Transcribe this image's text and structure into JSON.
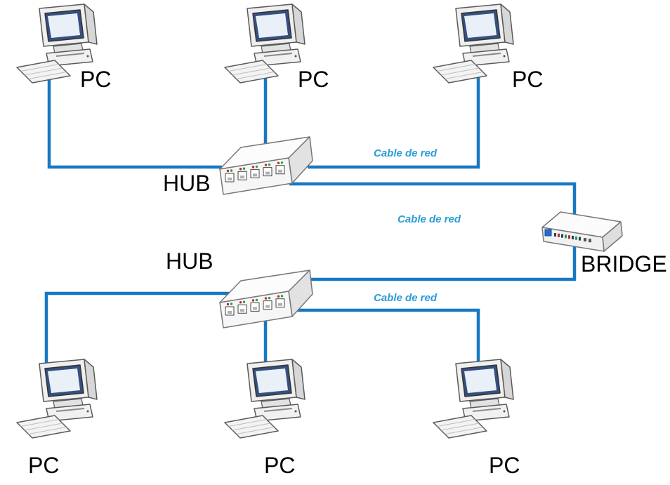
{
  "diagram": {
    "type": "network-topology",
    "labels": {
      "pc": "PC",
      "hub": "HUB",
      "bridge": "BRIDGE",
      "cable": "Cable de red"
    },
    "colors": {
      "cable": "#1778c2",
      "cable_label": "#2b9cd8",
      "node_label": "#000000",
      "background": "#ffffff"
    },
    "nodes": [
      {
        "id": "pc-top-left",
        "type": "pc",
        "label": "PC"
      },
      {
        "id": "pc-top-middle",
        "type": "pc",
        "label": "PC"
      },
      {
        "id": "pc-top-right",
        "type": "pc",
        "label": "PC"
      },
      {
        "id": "hub-top",
        "type": "hub",
        "label": "HUB"
      },
      {
        "id": "bridge",
        "type": "bridge",
        "label": "BRIDGE"
      },
      {
        "id": "hub-bottom",
        "type": "hub",
        "label": "HUB"
      },
      {
        "id": "pc-bottom-left",
        "type": "pc",
        "label": "PC"
      },
      {
        "id": "pc-bottom-middle",
        "type": "pc",
        "label": "PC"
      },
      {
        "id": "pc-bottom-right",
        "type": "pc",
        "label": "PC"
      }
    ],
    "edges": [
      {
        "from": "pc-top-left",
        "to": "hub-top",
        "label": ""
      },
      {
        "from": "pc-top-middle",
        "to": "hub-top",
        "label": ""
      },
      {
        "from": "pc-top-right",
        "to": "hub-top",
        "label": "Cable de red"
      },
      {
        "from": "hub-top",
        "to": "bridge",
        "label": "Cable de red"
      },
      {
        "from": "bridge",
        "to": "hub-bottom",
        "label": ""
      },
      {
        "from": "hub-bottom",
        "to": "pc-bottom-left",
        "label": ""
      },
      {
        "from": "hub-bottom",
        "to": "pc-bottom-middle",
        "label": ""
      },
      {
        "from": "hub-bottom",
        "to": "pc-bottom-right",
        "label": "Cable de red"
      }
    ]
  }
}
